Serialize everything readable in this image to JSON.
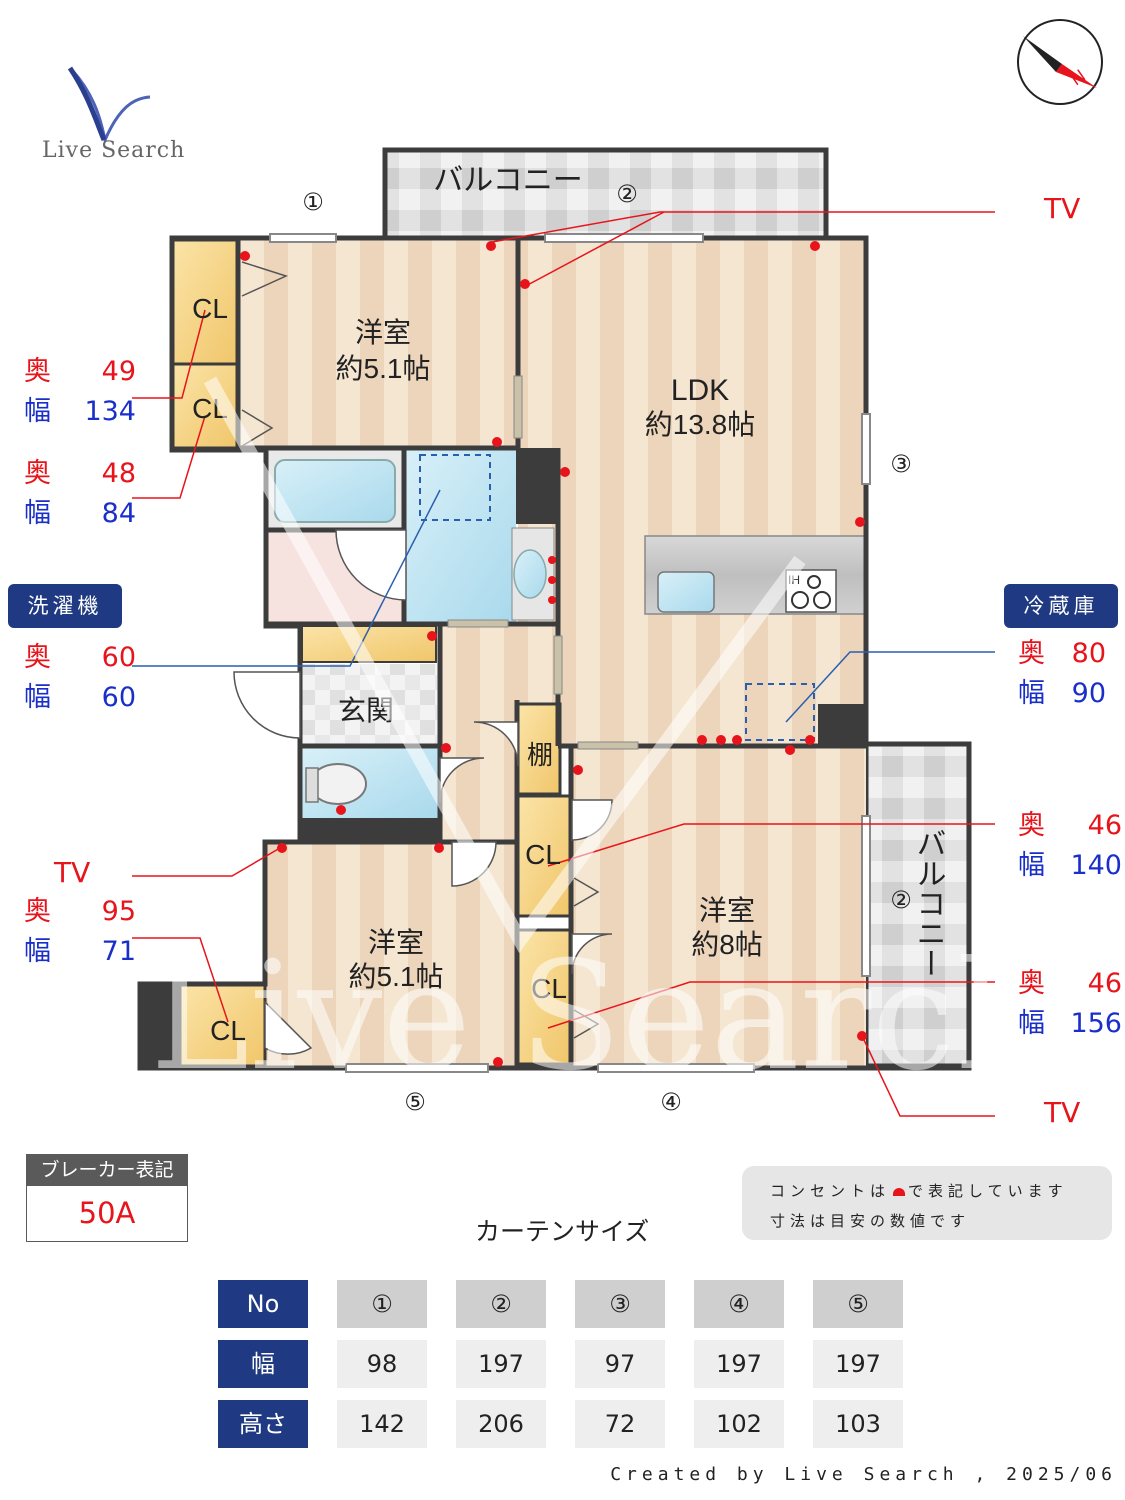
{
  "logo": {
    "text": "Live Search"
  },
  "watermark": {
    "text": "Live Search"
  },
  "rooms": {
    "balcony_top": "バルコニー",
    "balcony_right": "バルコニー",
    "western1_name": "洋室",
    "western1_size": "約5.1帖",
    "ldk_name": "LDK",
    "ldk_size": "約13.8帖",
    "western2_name": "洋室",
    "western2_size": "約8帖",
    "western3_name": "洋室",
    "western3_size": "約5.1帖",
    "entrance": "玄関",
    "shelf": "棚",
    "closet": "CL",
    "ih": "IH"
  },
  "window_markers": [
    "①",
    "②",
    "③",
    "②",
    "④",
    "⑤"
  ],
  "tv_label": "TV",
  "dims_left": [
    {
      "depth_label": "奥",
      "depth": "49",
      "width_label": "幅",
      "width": "134"
    },
    {
      "depth_label": "奥",
      "depth": "48",
      "width_label": "幅",
      "width": "84"
    }
  ],
  "washer": {
    "label": "洗濯機",
    "depth_label": "奥",
    "depth": "60",
    "width_label": "幅",
    "width": "60"
  },
  "tv_left": {
    "label": "TV",
    "depth_label": "奥",
    "depth": "95",
    "width_label": "幅",
    "width": "71"
  },
  "fridge": {
    "label": "冷蔵庫",
    "depth_label": "奥",
    "depth": "80",
    "width_label": "幅",
    "width": "90"
  },
  "dims_right": [
    {
      "depth_label": "奥",
      "depth": "46",
      "width_label": "幅",
      "width": "140"
    },
    {
      "depth_label": "奥",
      "depth": "46",
      "width_label": "幅",
      "width": "156"
    }
  ],
  "breaker": {
    "title": "ブレーカー表記",
    "value": "50A"
  },
  "note": {
    "line1_pre": "コンセントは",
    "line1_post": "で表記しています",
    "line2": "寸法は目安の数値です"
  },
  "curtain": {
    "title": "カーテンサイズ",
    "row_labels": [
      "No",
      "幅",
      "高さ"
    ],
    "columns": [
      {
        "no": "①",
        "width": "98",
        "height": "142"
      },
      {
        "no": "②",
        "width": "197",
        "height": "206"
      },
      {
        "no": "③",
        "width": "97",
        "height": "72"
      },
      {
        "no": "④",
        "width": "197",
        "height": "102"
      },
      {
        "no": "⑤",
        "width": "197",
        "height": "103"
      }
    ]
  },
  "footer": "Created by Live Search , 2025/06",
  "colors": {
    "red": "#e8141b",
    "blue": "#1a2fc9",
    "navy": "#1f3a82",
    "wall": "#3c3c3c"
  }
}
